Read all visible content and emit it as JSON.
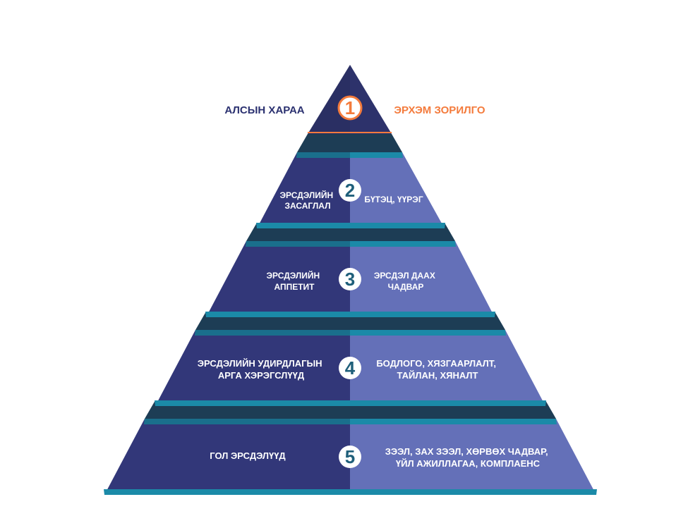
{
  "colors": {
    "navy": "#323779",
    "periwinkle": "#6470b8",
    "teal": "#1b8aa8",
    "dark_teal": "#15495c",
    "shadow": "#1d3d55",
    "orange": "#f47b3c",
    "label_navy": "#2b3170",
    "background": "#ffffff"
  },
  "pyramid": {
    "apex": {
      "number": "1",
      "left_label": "АЛСЫН ХАРАА",
      "right_label": "ЭРХЭМ ЗОРИЛГО"
    },
    "levels": [
      {
        "number": "2",
        "left_lines": [
          "ЭРСДЭЛИЙН",
          "ЗАСАГЛАЛ"
        ],
        "right_lines": [
          "БҮТЭЦ, ҮҮРЭГ"
        ]
      },
      {
        "number": "3",
        "left_lines": [
          "ЭРСДЭЛИЙН",
          "АППЕТИТ"
        ],
        "right_lines": [
          "ЭРСДЭЛ ДААХ",
          "ЧАДВАР"
        ]
      },
      {
        "number": "4",
        "left_lines": [
          "ЭРСДЭЛИЙН УДИРДЛАГЫН",
          "АРГА ХЭРЭГСЛҮҮД"
        ],
        "right_lines": [
          "БОДЛОГО, ХЯЗГААРЛАЛТ,",
          "ТАЙЛАН, ХЯНАЛТ"
        ]
      },
      {
        "number": "5",
        "left_lines": [
          "ГОЛ ЭРСДЭЛҮҮД"
        ],
        "right_lines": [
          "ЗЭЭЛ, ЗАХ ЗЭЭЛ, ХӨРВӨХ ЧАДВАР,",
          "ҮЙЛ АЖИЛЛАГАА, КОМПЛАЕНС"
        ]
      }
    ]
  }
}
